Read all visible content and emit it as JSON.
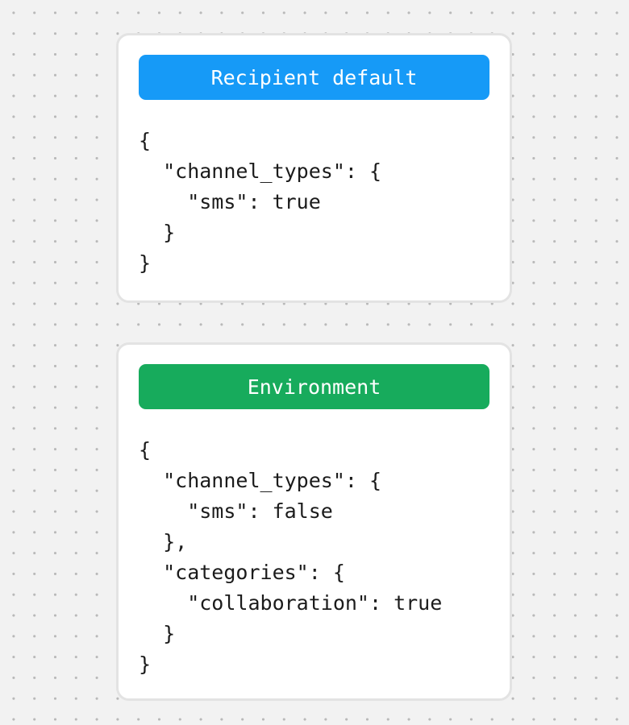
{
  "canvas": {
    "background_color": "#f2f2f2",
    "dot_color": "#b9b9b9",
    "card_background": "#ffffff",
    "card_border_color": "#e3e3e3",
    "code_text_color": "#1b1b1b"
  },
  "cards": [
    {
      "title": "Recipient default",
      "title_color": "#169af7",
      "title_text_color": "#ffffff",
      "code": "{\n  \"channel_types\": {\n    \"sms\": true\n  }\n}"
    },
    {
      "title": "Environment",
      "title_color": "#17ab5c",
      "title_text_color": "#ffffff",
      "code": "{\n  \"channel_types\": {\n    \"sms\": false\n  },\n  \"categories\": {\n    \"collaboration\": true\n  }\n}"
    }
  ]
}
